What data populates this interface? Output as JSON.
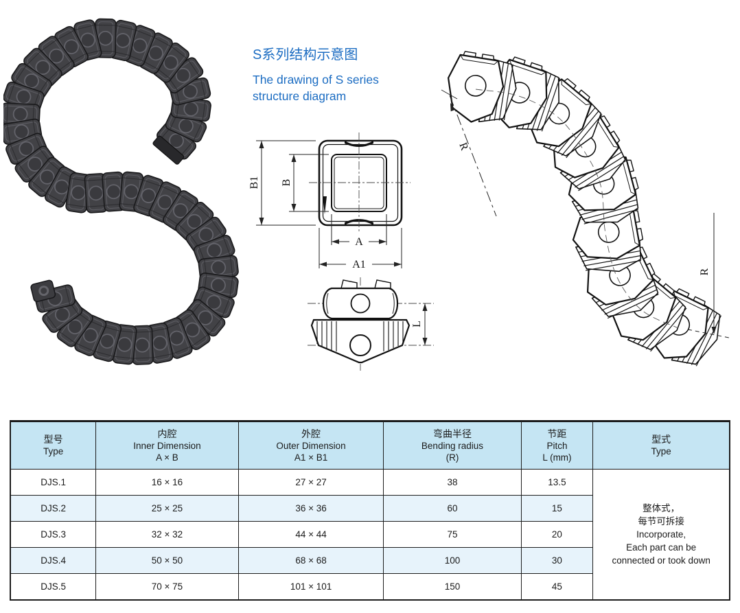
{
  "page": {
    "background": "#ffffff"
  },
  "title": {
    "zh": "S系列结构示意图",
    "en_line1": "The drawing of S series",
    "en_line2": "structure diagram"
  },
  "drawing_labels": {
    "front_b1": "B1",
    "front_b": "B",
    "front_a": "A",
    "front_a1": "A1",
    "side_l": "L",
    "curve_r_left": "R",
    "curve_r_right": "R"
  },
  "colors": {
    "title_blue": "#1b6cc2",
    "table_header_bg": "#c5e5f3",
    "table_stripe_bg": "#e7f3fb",
    "table_border": "#1c1c1c",
    "drawing_line": "#111111",
    "photo_chain_body": "#424246"
  },
  "table": {
    "headers": [
      {
        "zh": "型号",
        "en": "Type",
        "sub": ""
      },
      {
        "zh": "内腔",
        "en": "Inner Dimension",
        "sub": "A × B"
      },
      {
        "zh": "外腔",
        "en": "Outer Dimension",
        "sub": "A1 × B1"
      },
      {
        "zh": "弯曲半径",
        "en": "Bending radius",
        "sub": "(R)"
      },
      {
        "zh": "节距",
        "en": "Pitch",
        "sub": "L (mm)"
      },
      {
        "zh": "型式",
        "en": "Type",
        "sub": ""
      }
    ],
    "rows": [
      {
        "type": "DJS.1",
        "inner": "16 × 16",
        "outer": "27 × 27",
        "radius": "38",
        "pitch": "13.5"
      },
      {
        "type": "DJS.2",
        "inner": "25 × 25",
        "outer": "36 × 36",
        "radius": "60",
        "pitch": "15"
      },
      {
        "type": "DJS.3",
        "inner": "32 × 32",
        "outer": "44 × 44",
        "radius": "75",
        "pitch": "20"
      },
      {
        "type": "DJS.4",
        "inner": "50 × 50",
        "outer": "68 × 68",
        "radius": "100",
        "pitch": "30"
      },
      {
        "type": "DJS.5",
        "inner": "70 × 75",
        "outer": "101 × 101",
        "radius": "150",
        "pitch": "45"
      }
    ],
    "striped_row_indices": [
      1,
      3
    ],
    "type_note_lines": [
      "整体式，",
      "每节可拆接",
      "Incorporate,",
      "Each part can be",
      "connected or took down"
    ]
  }
}
